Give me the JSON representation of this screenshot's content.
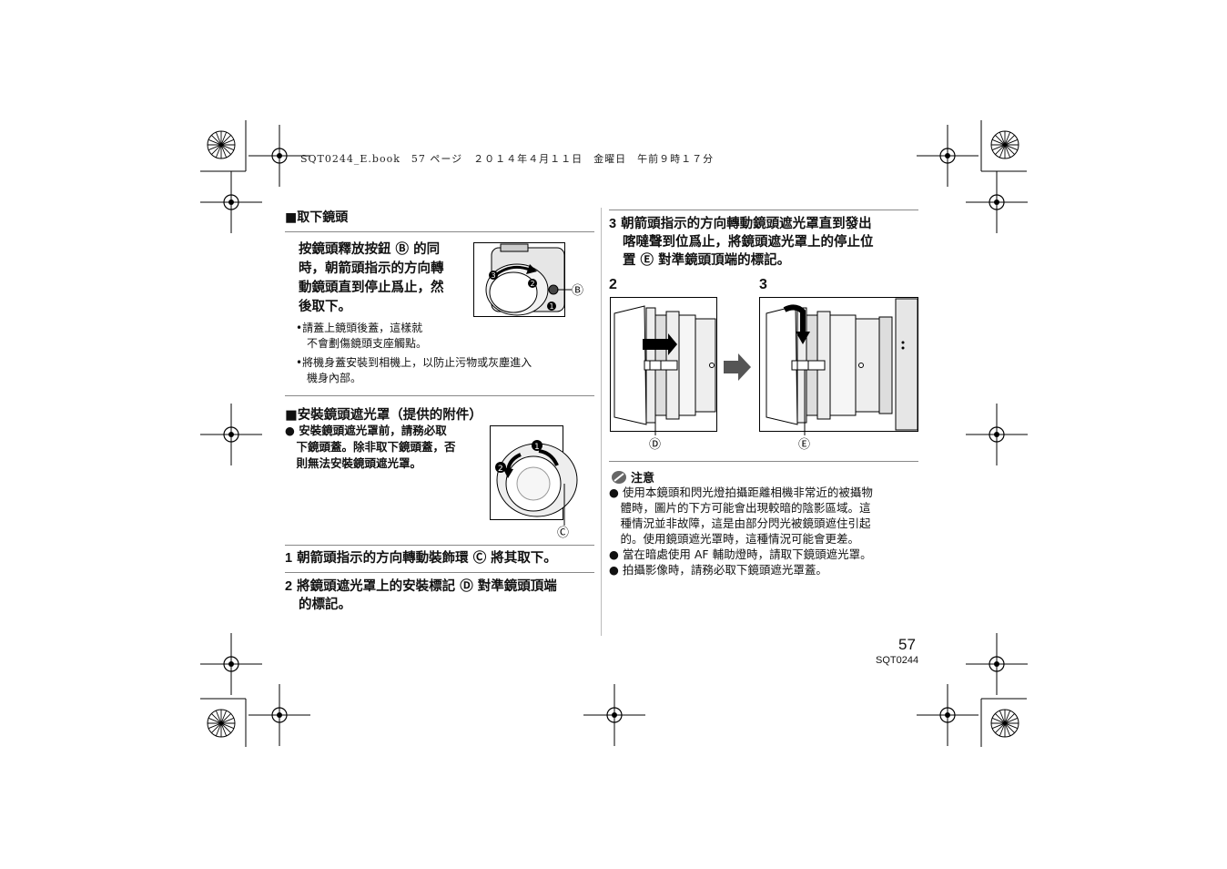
{
  "header": {
    "text": "SQT0244_E.book　57 ページ　２０１４年４月１１日　金曜日　午前９時１７分"
  },
  "left": {
    "section1": {
      "title": "■取下鏡頭",
      "para_lines": [
        "按鏡頭釋放按鈕 Ⓑ 的同",
        "時，朝箭頭指示的方向轉",
        "動鏡頭直到停止爲止，然",
        "後取下。"
      ],
      "bullet1_lines": [
        "•請蓋上鏡頭後蓋，這樣就",
        "　不會劃傷鏡頭支座觸點。"
      ],
      "bullet2_lines": [
        "•將機身蓋安裝到相機上，以防止污物或灰塵進入",
        "　機身內部。"
      ],
      "fig_label": "Ⓑ"
    },
    "section2": {
      "title": "■安裝鏡頭遮光罩（提供的附件）",
      "para_lines": [
        "● 安裝鏡頭遮光罩前，請務必取",
        "　下鏡頭蓋。除非取下鏡頭蓋，否",
        "　則無法安裝鏡頭遮光罩。"
      ],
      "fig_label": "Ⓒ"
    },
    "step1": {
      "num": "1",
      "text": "朝箭頭指示的方向轉動裝飾環 Ⓒ 將其取下。"
    },
    "step2": {
      "num": "2",
      "lines": [
        "將鏡頭遮光罩上的安裝標記 Ⓓ 對準鏡頭頂端",
        "的標記。"
      ]
    }
  },
  "right": {
    "step3": {
      "num": "3",
      "lines": [
        "朝箭頭指示的方向轉動鏡頭遮光罩直到發出",
        "喀噠聲到位爲止，將鏡頭遮光罩上的停止位",
        "置 Ⓔ 對準鏡頭頂端的標記。"
      ]
    },
    "fig2_label": "2",
    "fig3_label": "3",
    "fig2_callout": "Ⓓ",
    "fig3_callout": "Ⓔ",
    "note_title": "注意",
    "notes": [
      [
        "● 使用本鏡頭和閃光燈拍攝距離相機非常近的被攝物",
        "　體時，圖片的下方可能會出現較暗的陰影區域。這",
        "　種情況並非故障，這是由部分閃光被鏡頭遮住引起",
        "　的。使用鏡頭遮光罩時，這種情況可能會更差。"
      ],
      [
        "● 當在暗處使用 AF 輔助燈時，請取下鏡頭遮光罩。"
      ],
      [
        "● 拍攝影像時，請務必取下鏡頭遮光罩蓋。"
      ]
    ]
  },
  "footer": {
    "page": "57",
    "code": "SQT0244"
  }
}
